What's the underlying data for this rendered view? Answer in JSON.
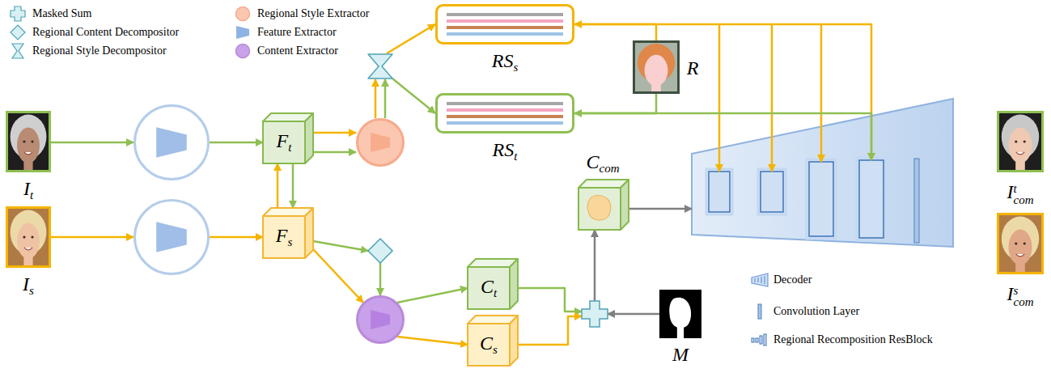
{
  "diagram": {
    "nodes": [
      {
        "text": [
          "I",
          "t"
        ]
      },
      {
        "text": [
          "I",
          "s"
        ]
      },
      {
        "text": []
      },
      {
        "text": []
      },
      {
        "text": [
          "F",
          "t"
        ]
      },
      {
        "text": [
          "F",
          "s"
        ]
      },
      {
        "text": []
      },
      {
        "text": []
      },
      {
        "text": [
          "RS",
          "s"
        ]
      },
      {
        "text": [
          "RS",
          "t"
        ]
      },
      {
        "text": [
          "R"
        ]
      },
      {
        "text": []
      },
      {
        "text": []
      },
      {
        "text": [
          "C",
          "t"
        ]
      },
      {
        "text": [
          "C",
          "s"
        ]
      },
      {
        "text": []
      },
      {
        "text": [
          "M"
        ]
      },
      {
        "text": [
          "C",
          "com"
        ]
      },
      {
        "text": []
      },
      {
        "text": [
          "I",
          "com",
          "t"
        ]
      },
      {
        "text": [
          "I",
          "com",
          "s"
        ]
      }
    ],
    "edges": [
      {
        "from": 0,
        "to": 2,
        "arrow": "to"
      },
      {
        "from": 2,
        "to": 4,
        "arrow": "to"
      },
      {
        "from": 1,
        "to": 3,
        "arrow": "to"
      },
      {
        "from": 3,
        "to": 5,
        "arrow": "to"
      },
      {
        "from": 5,
        "to": 4,
        "arrow": "to"
      },
      {
        "from": 4,
        "to": 5,
        "arrow": "to"
      },
      {
        "from": 4,
        "to": 6,
        "arrow": "to"
      },
      {
        "from": 4,
        "to": 6,
        "arrow": "to"
      },
      {
        "from": 6,
        "to": 7,
        "arrow": "to"
      },
      {
        "from": 6,
        "to": 7,
        "arrow": "to"
      },
      {
        "from": 7,
        "to": 8,
        "arrow": "to"
      },
      {
        "from": 7,
        "to": 9,
        "arrow": "to"
      },
      {
        "from": 10,
        "to": 8,
        "arrow": "to"
      },
      {
        "from": 10,
        "to": 9,
        "arrow": "to"
      },
      {
        "from": 8,
        "to": 18,
        "arrow": "to"
      },
      {
        "from": 9,
        "to": 18,
        "arrow": "to"
      },
      {
        "from": 5,
        "to": 11,
        "arrow": "to"
      },
      {
        "from": 11,
        "to": 12,
        "arrow": "to"
      },
      {
        "from": 5,
        "to": 12,
        "arrow": "to"
      },
      {
        "from": 12,
        "to": 13,
        "arrow": "to"
      },
      {
        "from": 12,
        "to": 14,
        "arrow": "to"
      },
      {
        "from": 13,
        "to": 15,
        "arrow": "to"
      },
      {
        "from": 14,
        "to": 15,
        "arrow": "to"
      },
      {
        "from": 16,
        "to": 15,
        "arrow": "to"
      },
      {
        "from": 15,
        "to": 17,
        "arrow": "to"
      },
      {
        "from": 17,
        "to": 18,
        "arrow": "to"
      }
    ],
    "legend": [
      {
        "text": "Masked Sum"
      },
      {
        "text": "Regional Content Decompositor"
      },
      {
        "text": "Regional Style Decompositor"
      },
      {
        "text": "Regional Style Extractor"
      },
      {
        "text": "Feature Extractor"
      },
      {
        "text": "Content Extractor"
      },
      {
        "text": "Decoder"
      },
      {
        "text": "Convolution Layer"
      },
      {
        "text": "Regional Recomposition ResBlock"
      }
    ]
  }
}
